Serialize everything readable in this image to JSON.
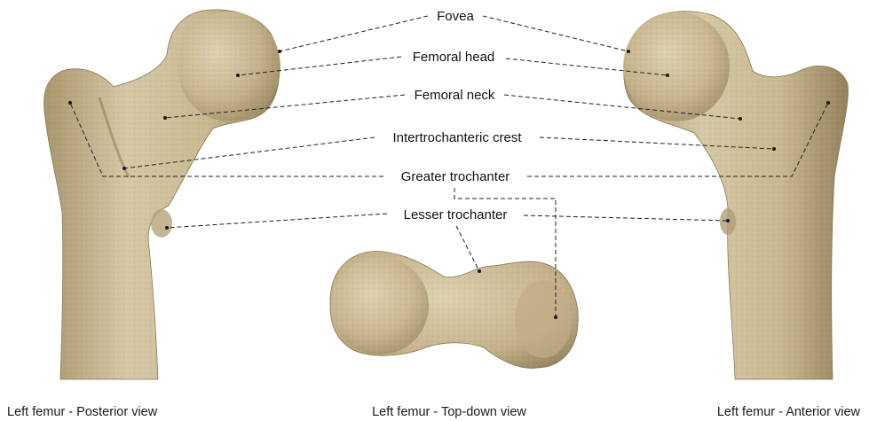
{
  "labels": {
    "fovea": "Fovea",
    "femoral_head": "Femoral head",
    "femoral_neck": "Femoral neck",
    "intertrochanteric_crest": "Intertrochanteric crest",
    "greater_trochanter": "Greater trochanter",
    "lesser_trochanter": "Lesser trochanter"
  },
  "captions": {
    "posterior": "Left femur - Posterior view",
    "top_down": "Left femur - Top-down view",
    "anterior": "Left femur - Anterior view"
  },
  "colors": {
    "bone": "#c5b38e",
    "bone_light": "#ddd0b0",
    "bone_shadow": "#8f7d58",
    "leader_line": "#222222"
  }
}
